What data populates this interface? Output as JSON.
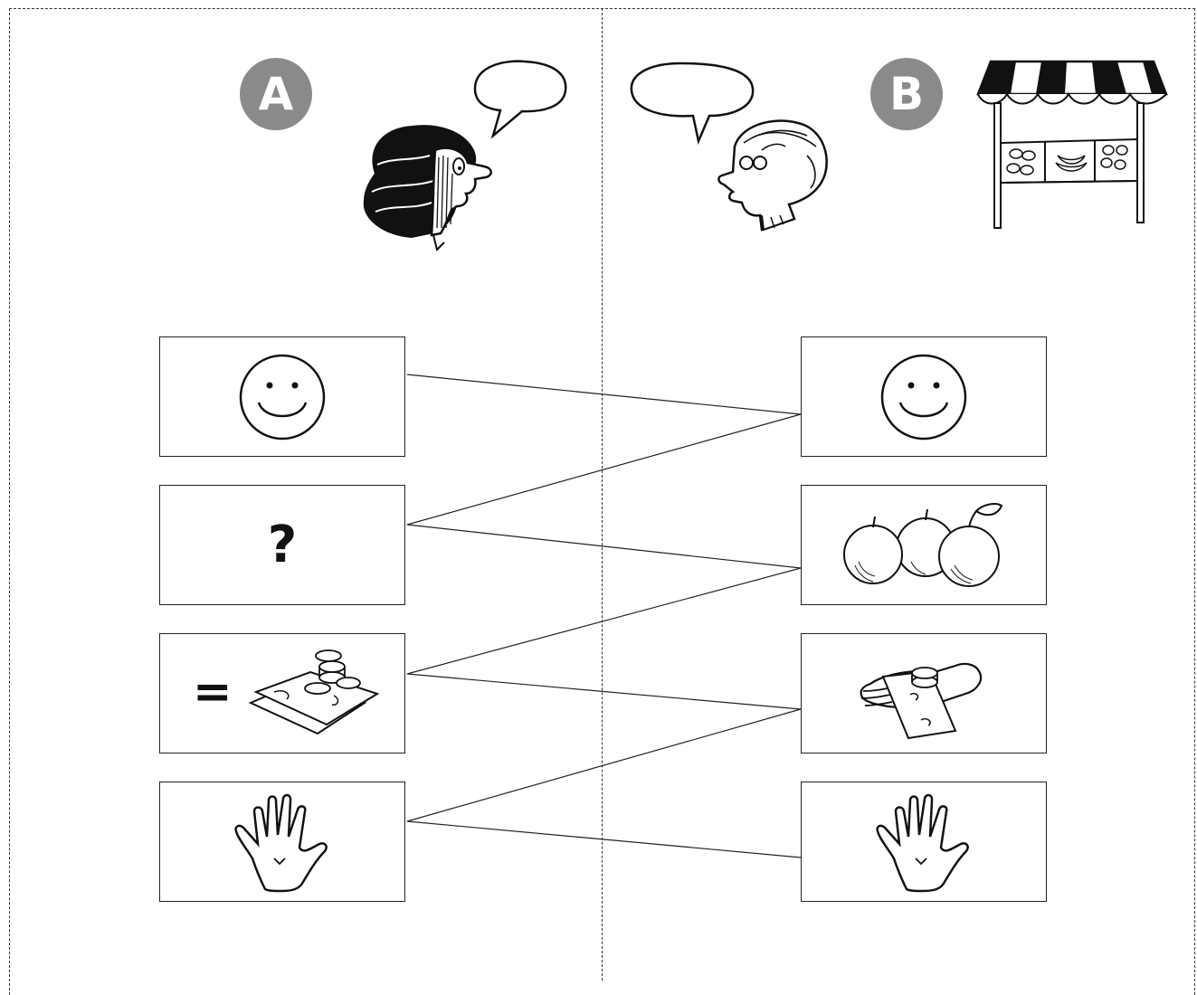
{
  "speakers": {
    "a": {
      "label": "A",
      "icon": "woman-speaking-icon"
    },
    "b": {
      "label": "B",
      "icon": "man-speaking-icon",
      "scene": "market-stall-icon"
    }
  },
  "column_a": [
    {
      "icon": "smiley-face-icon"
    },
    {
      "text": "?",
      "icon": "question-mark-icon"
    },
    {
      "text": "=",
      "icon": "money-cash-icon"
    },
    {
      "icon": "open-hand-icon"
    }
  ],
  "column_b": [
    {
      "icon": "smiley-face-icon"
    },
    {
      "icon": "apples-icon"
    },
    {
      "icon": "hand-giving-money-icon"
    },
    {
      "icon": "open-hand-icon"
    }
  ],
  "connections": [
    {
      "from": "a1",
      "to": "b1"
    },
    {
      "from": "b1",
      "to": "a2"
    },
    {
      "from": "a2",
      "to": "b2"
    },
    {
      "from": "b2",
      "to": "a3"
    },
    {
      "from": "a3",
      "to": "b3"
    },
    {
      "from": "b3",
      "to": "a4"
    },
    {
      "from": "a4",
      "to": "b4"
    }
  ]
}
